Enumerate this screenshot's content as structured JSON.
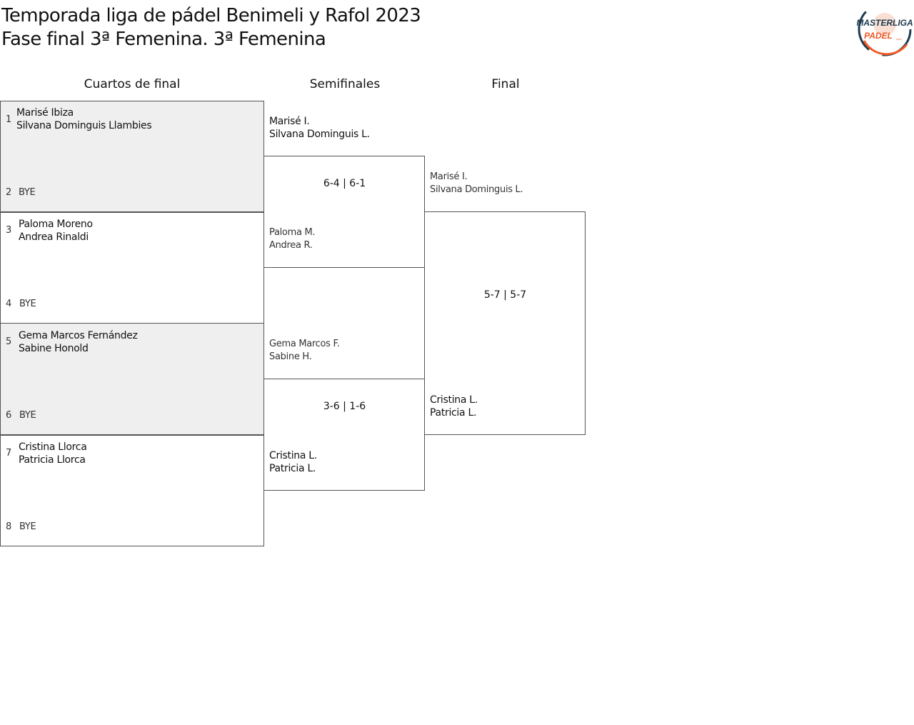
{
  "title": {
    "line1": "Temporada liga de pádel Benimeli y Rafol 2023",
    "line2": "Fase final 3ª Femenina. 3ª Femenina"
  },
  "logo": {
    "text1": "MASTERLIGA",
    "text2": "PADEL",
    "text3": ".com"
  },
  "rounds": [
    "Cuartos de final",
    "Semifinales",
    "Final"
  ],
  "quarterfinals": [
    {
      "seed_a": "1",
      "a1": "Marisé Ibiza",
      "a2": "Silvana Dominguis Llambies",
      "seed_b": "2",
      "b": "BYE"
    },
    {
      "seed_a": "3",
      "a1": "Paloma Moreno",
      "a2": "Andrea Rinaldi",
      "seed_b": "4",
      "b": "BYE"
    },
    {
      "seed_a": "5",
      "a1": "Gema Marcos Fernández",
      "a2": "Sabine Honold",
      "seed_b": "6",
      "b": "BYE"
    },
    {
      "seed_a": "7",
      "a1": "Cristina Llorca",
      "a2": "Patricia Llorca",
      "seed_b": "8",
      "b": "BYE"
    }
  ],
  "semifinals": [
    {
      "top1": "Marisé I.",
      "top2": "Silvana Dominguis L.",
      "score": "6-4 | 6-1",
      "bot1": "Paloma M.",
      "bot2": "Andrea R."
    },
    {
      "top1": "Gema Marcos F.",
      "top2": "Sabine H.",
      "score": "3-6 | 1-6",
      "bot1": "Cristina L.",
      "bot2": "Patricia L."
    }
  ],
  "final": {
    "top1": "Marisé I.",
    "top2": "Silvana Dominguis L.",
    "score": "5-7 | 5-7",
    "bot1": "Cristina L.",
    "bot2": "Patricia L."
  }
}
